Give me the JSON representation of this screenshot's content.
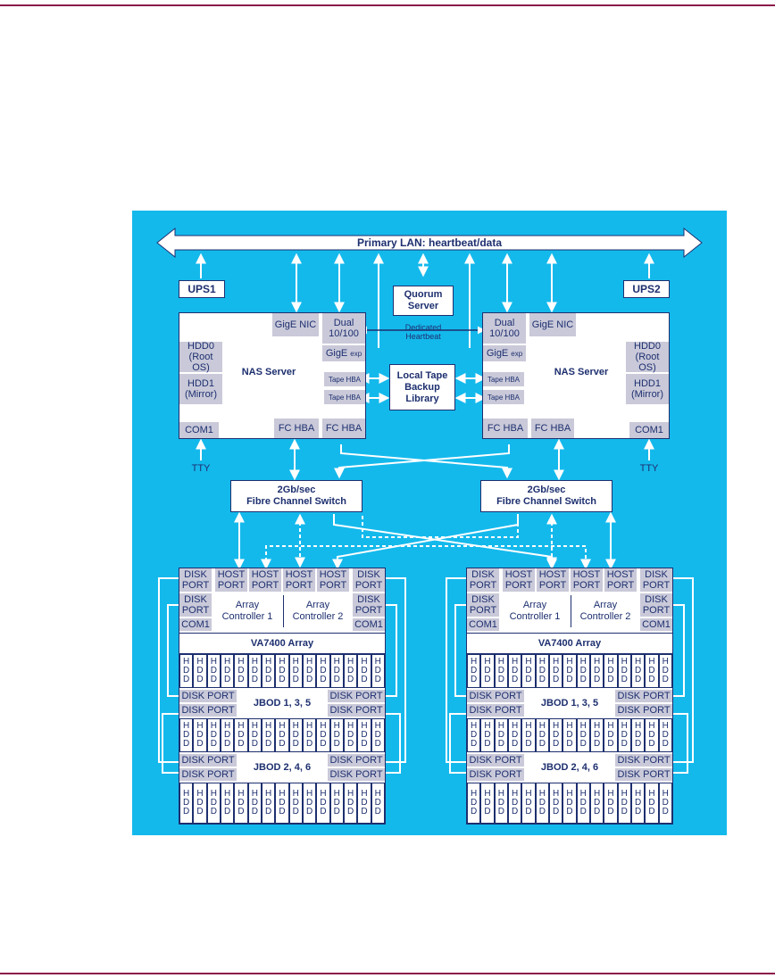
{
  "lan": {
    "label": "Primary LAN: heartbeat/data"
  },
  "ups": {
    "left": "UPS1",
    "right": "UPS2"
  },
  "quorum": {
    "label": "Quorum\nServer"
  },
  "heartbeat": {
    "label": "Dedicated\nHeartbeat"
  },
  "tape_library": {
    "label": "Local Tape\nBackup\nLibrary"
  },
  "tty": {
    "label": "TTY"
  },
  "nas_left": {
    "title": "NAS Server",
    "gige_nic": "GigE NIC",
    "dual": "Dual\n10/100",
    "gige_exp": "GigE",
    "gige_exp_sub": "exp",
    "hdd0": "HDD0\n(Root OS)",
    "hdd1": "HDD1\n(Mirror)",
    "tape_hba_1": "Tape HBA",
    "tape_hba_2": "Tape HBA",
    "com1": "COM1",
    "fc_hba_1": "FC HBA",
    "fc_hba_2": "FC HBA"
  },
  "nas_right": {
    "title": "NAS Server",
    "gige_nic": "GigE NIC",
    "dual": "Dual\n10/100",
    "gige_exp": "GigE",
    "gige_exp_sub": "exp",
    "hdd0": "HDD0\n(Root OS)",
    "hdd1": "HDD1\n(Mirror)",
    "tape_hba_1": "Tape HBA",
    "tape_hba_2": "Tape HBA",
    "com1": "COM1",
    "fc_hba_1": "FC HBA",
    "fc_hba_2": "FC HBA"
  },
  "switch": {
    "label": "2Gb/sec\nFibre Channel Switch"
  },
  "array": {
    "disk_port": "DISK\nPORT",
    "host_port": "HOST\nPORT",
    "controller_1": "Array\nController 1",
    "controller_2": "Array\nController 2",
    "com1": "COM1",
    "title": "VA7400 Array",
    "jbod_a": "JBOD 1, 3, 5",
    "jbod_b": "JBOD 2, 4, 6",
    "jbod_port": "DISK PORT",
    "hdd_letters": [
      "H",
      "D",
      "D"
    ]
  },
  "colors": {
    "panel": "#14b9ec",
    "ink": "#1d2f6f",
    "cell": "#c9c9d9",
    "rule": "#8b1a4a"
  }
}
